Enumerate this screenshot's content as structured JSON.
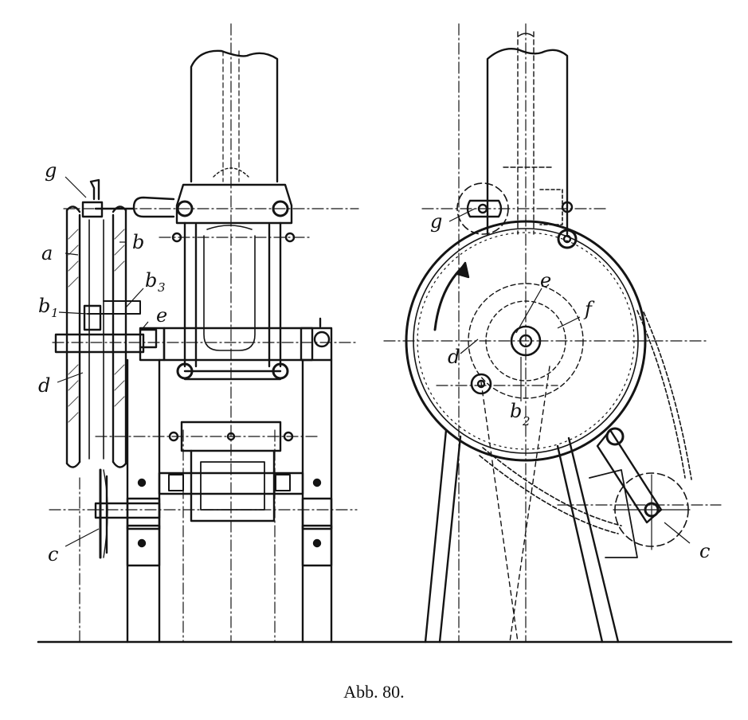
{
  "caption": "Abb. 80.",
  "labels_left": {
    "g": "g",
    "a": "a",
    "b": "b",
    "b1": "b",
    "b1_sub": "1",
    "b3": "b",
    "b3_sub": "3",
    "e": "e",
    "d": "d",
    "c": "c"
  },
  "labels_right": {
    "e": "e",
    "f": "f",
    "g": "g",
    "d": "d",
    "b2": "b",
    "b2_sub": "2",
    "c": "c"
  },
  "colors": {
    "ink": "#141414",
    "paper": "#ffffff"
  }
}
